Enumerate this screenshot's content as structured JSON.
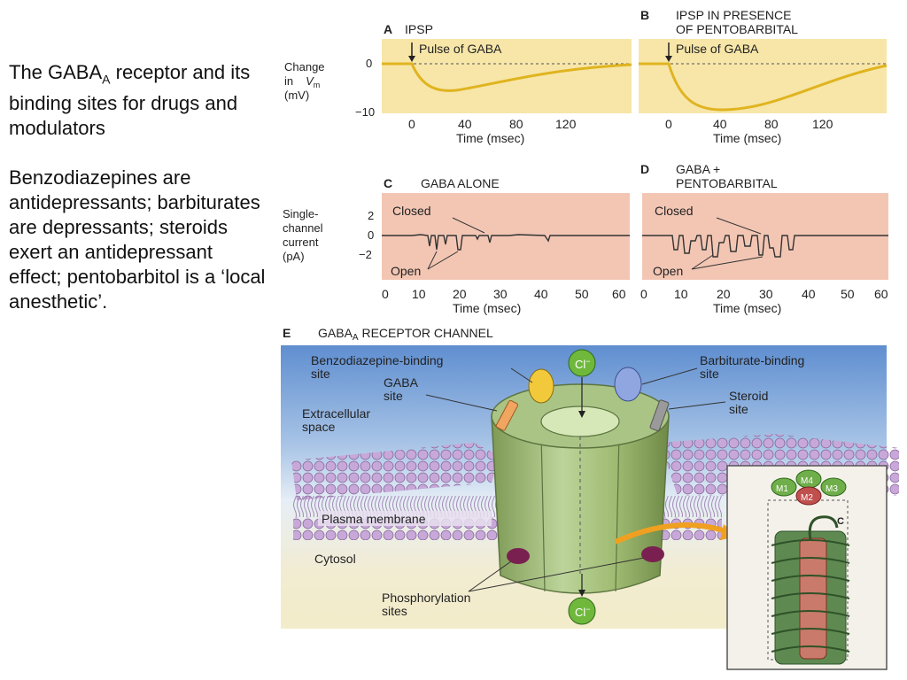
{
  "slide": {
    "title_main": "The GABA",
    "title_sub": "A",
    "title_rest": " receptor and its binding sites for drugs and modulators",
    "body": "Benzodiazepines are antidepressants; barbiturates are depressants; steroids exert an antidepressant effect; pentobarbitol is a ‘local anesthetic’."
  },
  "panels": {
    "a": {
      "letter": "A",
      "title": "IPSP",
      "pulse": "Pulse of GABA"
    },
    "b": {
      "letter": "B",
      "title_line1": "IPSP IN PRESENCE",
      "title_line2": "OF PENTOBARBITAL",
      "pulse": "Pulse of GABA"
    },
    "ab_axes": {
      "ylabel_line1": "Change",
      "ylabel_line2": "in",
      "ylabel_vm": "V",
      "ylabel_vm_sub": "m",
      "ylabel_line3": "(mV)",
      "y_ticks": [
        "0",
        "−10"
      ],
      "x_ticks": [
        "0",
        "40",
        "80",
        "120"
      ],
      "xlabel": "Time (msec)"
    },
    "c": {
      "letter": "C",
      "title": "GABA ALONE",
      "closed": "Closed",
      "open": "Open"
    },
    "d": {
      "letter": "D",
      "title_line1": "GABA +",
      "title_line2": "PENTOBARBITAL",
      "closed": "Closed",
      "open": "Open"
    },
    "cd_axes": {
      "ylabel_line1": "Single-",
      "ylabel_line2": "channel",
      "ylabel_line3": "current",
      "ylabel_line4": "(pA)",
      "y_ticks": [
        "2",
        "0",
        "−2"
      ],
      "x_ticks": [
        "0",
        "10",
        "20",
        "30",
        "40",
        "50",
        "60"
      ],
      "xlabel": "Time (msec)"
    },
    "e": {
      "letter": "E",
      "title_pre": "GABA",
      "title_sub": "A",
      "title_post": " RECEPTOR CHANNEL",
      "benzo_line1": "Benzodiazepine-binding",
      "benzo_line2": "site",
      "gaba_line1": "GABA",
      "gaba_line2": "site",
      "barb_line1": "Barbiturate-binding",
      "barb_line2": "site",
      "steroid_line1": "Steroid",
      "steroid_line2": "site",
      "extra_line1": "Extracellular",
      "extra_line2": "space",
      "membrane": "Plasma membrane",
      "cytosol": "Cytosol",
      "phos_line1": "Phosphorylation",
      "phos_line2": "sites",
      "ion": "Cl",
      "ion_charge": "−",
      "subunits": [
        "M1",
        "M4",
        "M3",
        "M2"
      ],
      "c_terminus": "C"
    }
  }
}
